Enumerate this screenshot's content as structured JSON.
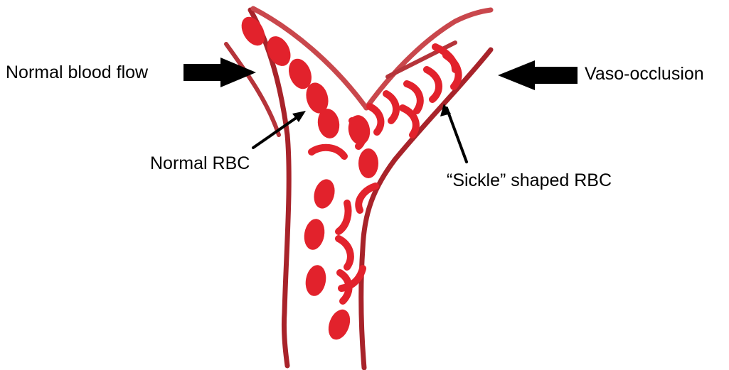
{
  "labels": {
    "normal_blood_flow": "Normal blood flow",
    "vaso_occlusion": "Vaso-occlusion",
    "normal_rbc": "Normal RBC",
    "sickle_rbc": "“Sickle” shaped RBC"
  },
  "colors": {
    "vessel_wall": "#a8232a",
    "vessel_wall_light": "#c9474c",
    "rbc": "#e2222c",
    "arrow": "#000000",
    "background": "#ffffff"
  }
}
